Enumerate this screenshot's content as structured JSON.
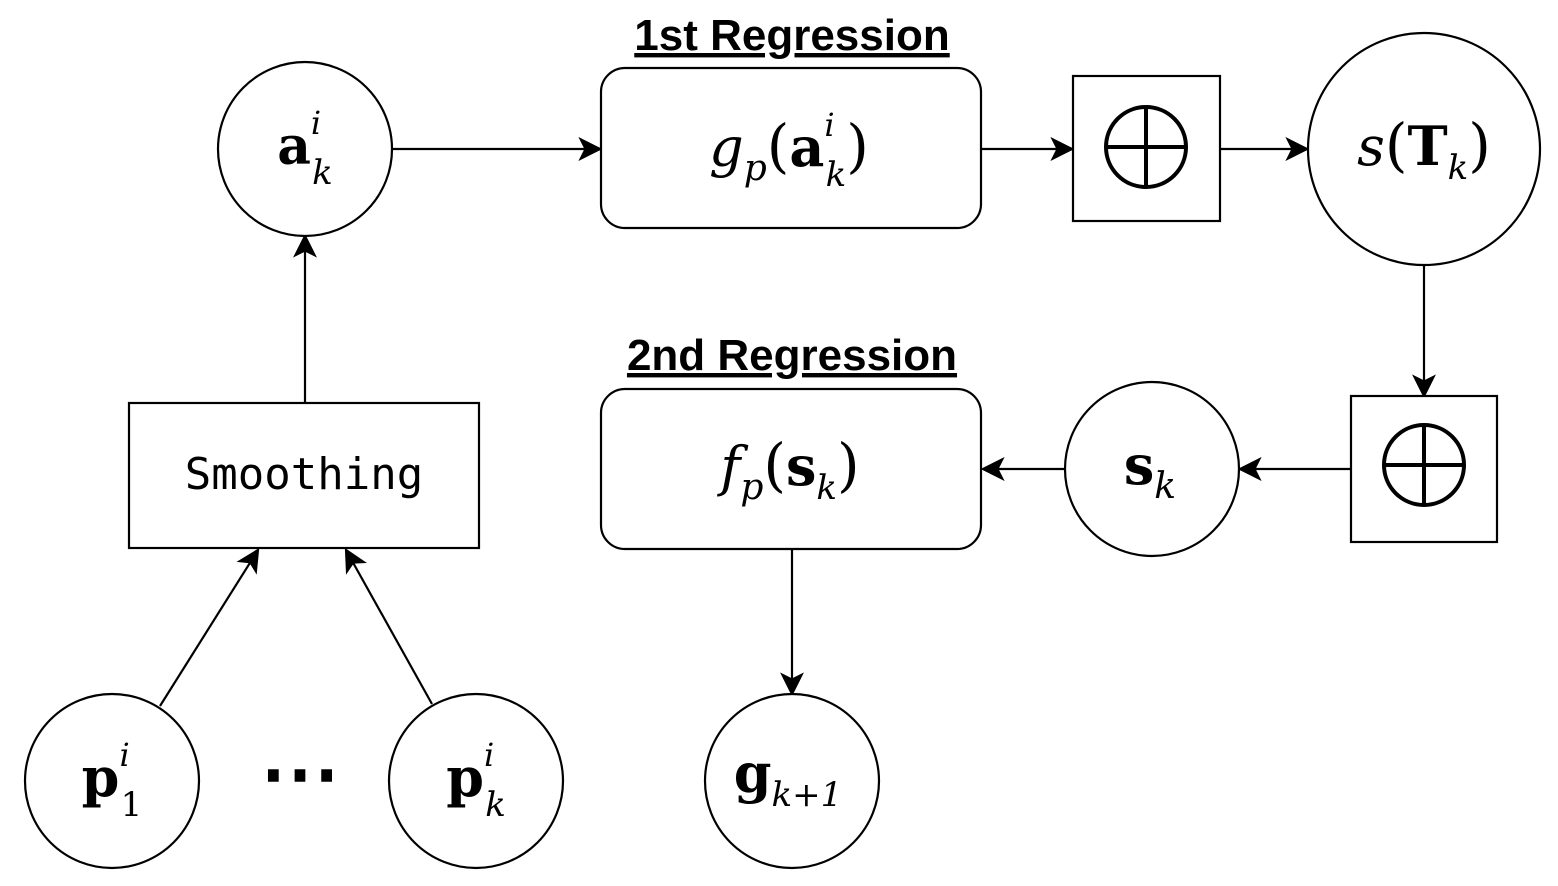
{
  "titles": {
    "first": "1st Regression",
    "second": "2nd Regression"
  },
  "smoothing": "Smoothing",
  "nodes": {
    "a": {
      "base": "a",
      "sup": "i",
      "sub": "k"
    },
    "g_func": {
      "f": "g",
      "fsub": "p",
      "open": "(",
      "base": "a",
      "sup": "i",
      "sub": "k",
      "close": ")"
    },
    "s_func": {
      "f": "s",
      "open": "(",
      "base": "T",
      "sub": "k",
      "close": ")"
    },
    "s": {
      "base": "s",
      "sub": "k"
    },
    "f_func": {
      "f": "f",
      "fsub": "p",
      "open": "(",
      "base": "s",
      "sub": "k",
      "close": ")"
    },
    "g_next": {
      "base": "g",
      "sub": "k+1"
    },
    "p1": {
      "base": "p",
      "sup": "i",
      "sub": "1"
    },
    "pk": {
      "base": "p",
      "sup": "i",
      "sub": "k"
    },
    "dots": "⋯"
  },
  "oplus": "⊕",
  "colors": {
    "stroke": "#000000",
    "fill": "#ffffff"
  }
}
